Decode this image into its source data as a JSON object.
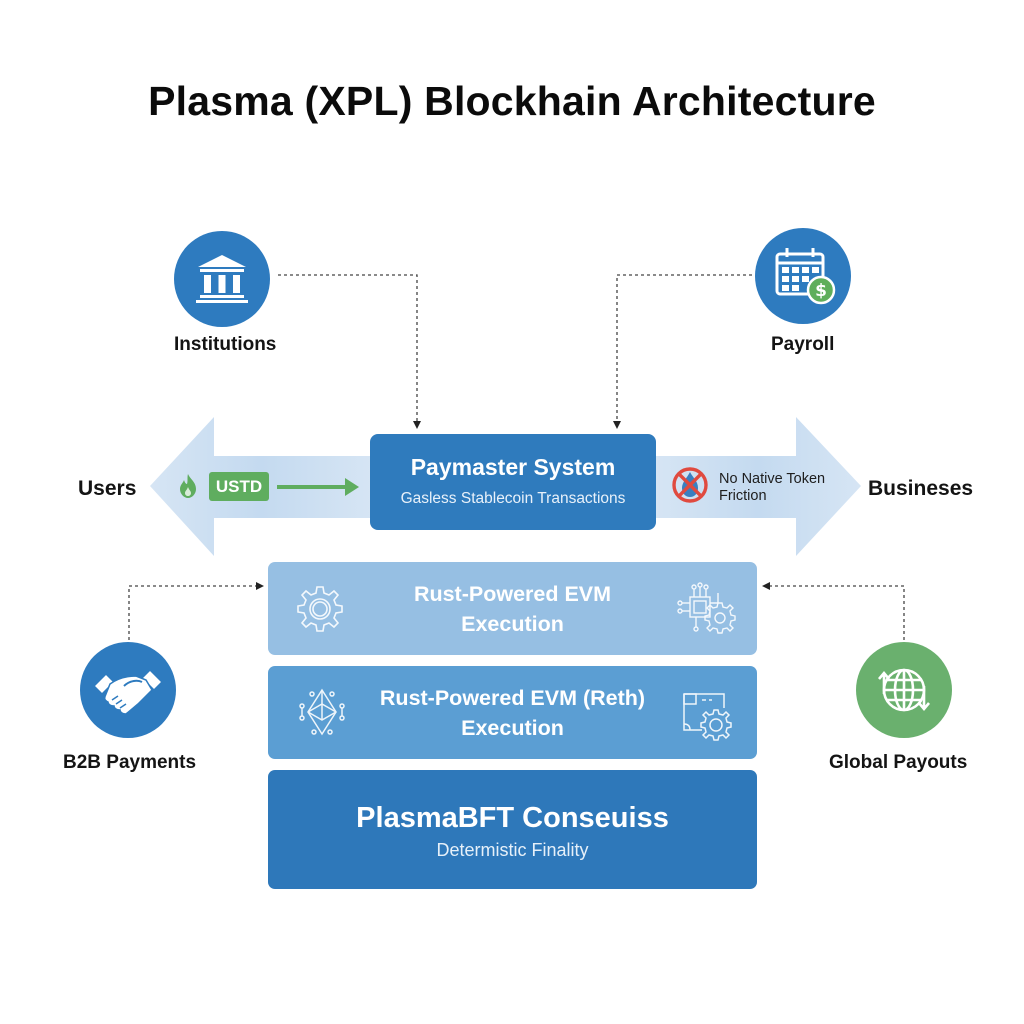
{
  "title": "Plasma (XPL) Blockhain Architecture",
  "nodes": {
    "institutions": {
      "label": "Institutions",
      "icon": "bank-building-icon"
    },
    "payroll": {
      "label": "Payroll",
      "icon": "calendar-dollar-icon"
    },
    "b2b": {
      "label": "B2B Payments",
      "icon": "handshake-icon"
    },
    "global": {
      "label": "Global Payouts",
      "icon": "globe-exchange-icon"
    }
  },
  "flow": {
    "left_label": "Users",
    "right_label": "Busineses",
    "token_badge": "USTD",
    "no_token_text_line1": "No Native Token",
    "no_token_text_line2": "Friction"
  },
  "paymaster": {
    "title": "Paymaster System",
    "subtitle": "Gasless Stablecoin Transactions"
  },
  "layers": [
    {
      "title_line1": "Rust-Powered EVM",
      "title_line2": "Execution",
      "left_icon": "gear-icon",
      "right_icon": "chip-gear-icon"
    },
    {
      "title_line1": "Rust-Powered EVM (Reth)",
      "title_line2": "Execution",
      "left_icon": "ethereum-icon",
      "right_icon": "board-gear-icon"
    },
    {
      "title": "PlasmaBFT Conseuiss",
      "subtitle": "Determistic Finality"
    }
  ],
  "colors": {
    "primary_blue": "#2e7bbf",
    "light_blue": "#96bfe3",
    "mid_blue": "#5b9ed3",
    "green": "#6ab06e",
    "arrow_fill": "#cfe0f1",
    "no_sign_red": "#e04a3f"
  }
}
